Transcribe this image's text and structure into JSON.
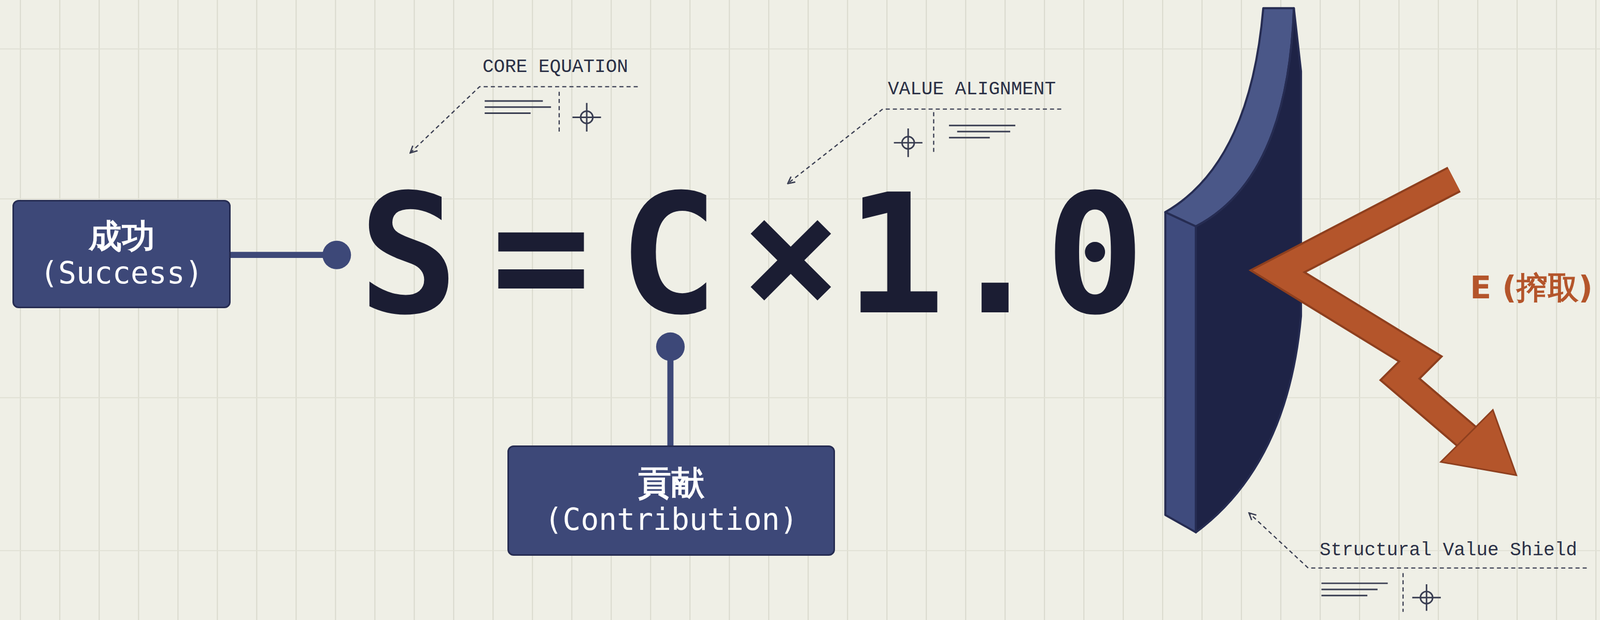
{
  "diagram": {
    "nodes": [
      {
        "text": [
          "成功",
          "(Success)"
        ]
      },
      {
        "text": [
          "貢献",
          "(Contribution)"
        ]
      }
    ],
    "labels": [
      "CORE EQUATION",
      "VALUE ALIGNMENT",
      "S",
      "=",
      "C",
      "×",
      "1.0",
      "E (搾取)",
      "Structural Value Shield"
    ]
  }
}
